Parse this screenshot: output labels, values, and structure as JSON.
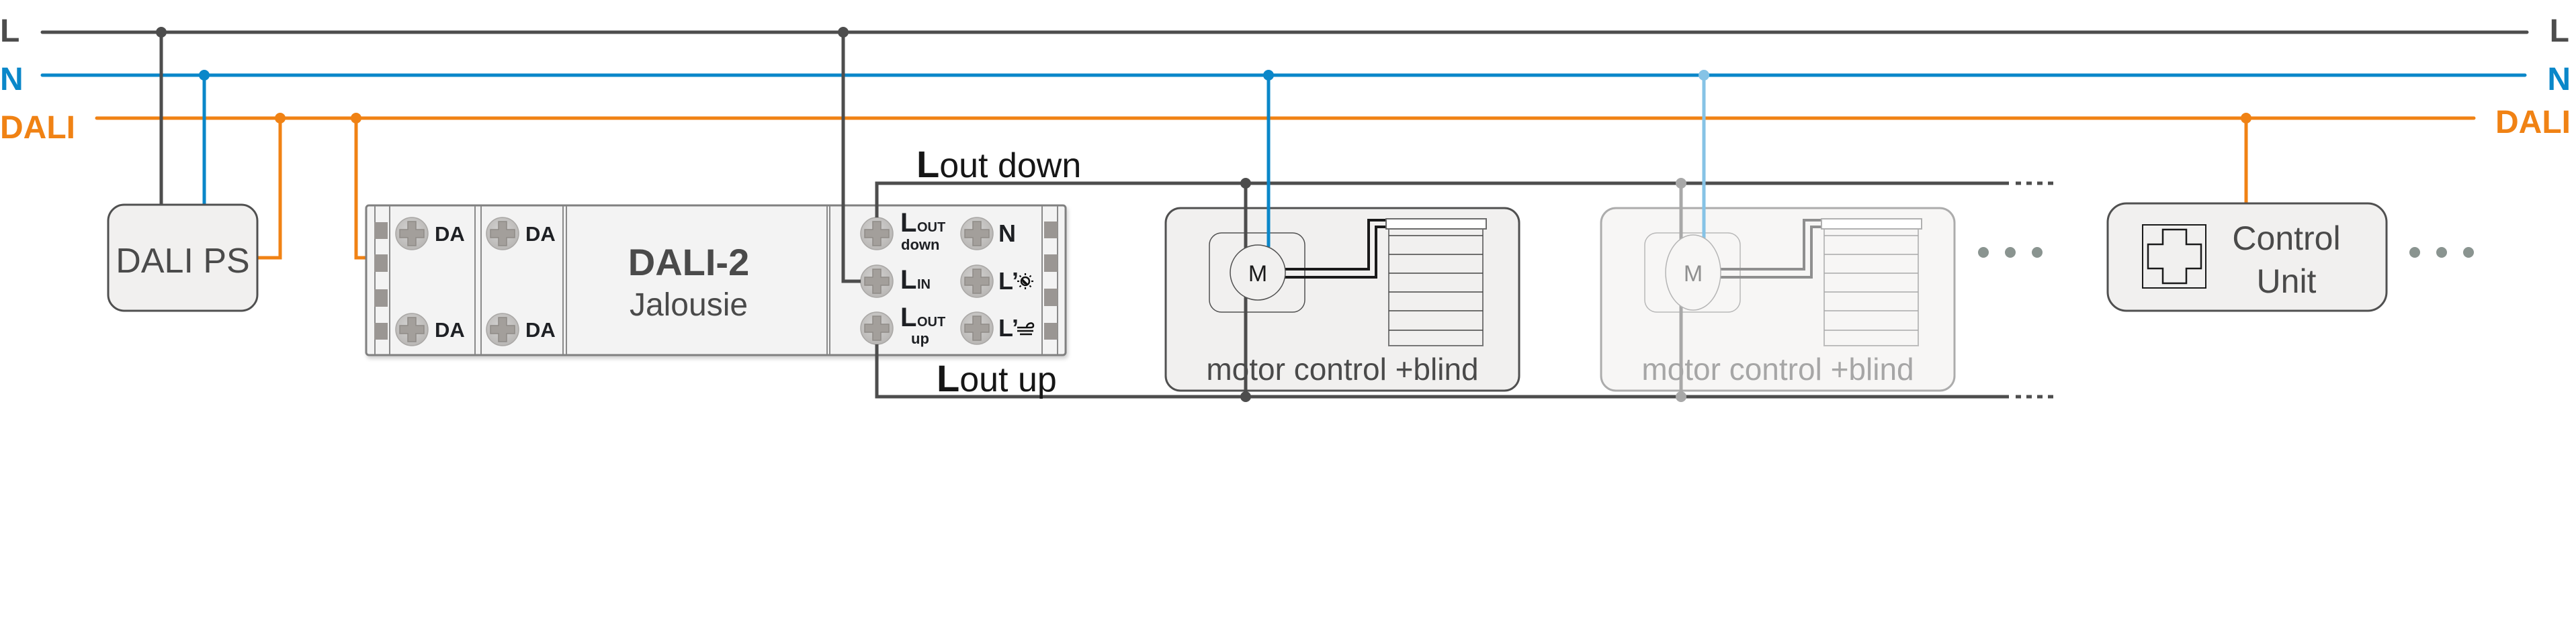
{
  "colors": {
    "L": "#4d4d4d",
    "N": "#0a87c9",
    "N_faded": "#86c3e6",
    "DALI": "#f08214",
    "box_fill": "#f1f0ef",
    "box_stroke": "#505050",
    "faded_stroke": "#a8a8a8",
    "faded_text": "#a6a6a6",
    "ellipsis": "#8a9490"
  },
  "buses": {
    "L": {
      "label_left": "L",
      "label_right": "L"
    },
    "N": {
      "label_left": "N",
      "label_right": "N"
    },
    "DALI": {
      "label_left": "DALI",
      "label_right": "DALI"
    }
  },
  "dali_ps": {
    "label": "DALI PS"
  },
  "module": {
    "title": "DALI-2",
    "subtitle": "Jalousie",
    "dali_terminals": [
      "DA",
      "DA",
      "DA",
      "DA"
    ],
    "terminals_left": [
      {
        "main": "L",
        "sub": "OUT",
        "extra": "down"
      },
      {
        "main": "L",
        "sub": "IN",
        "extra": ""
      },
      {
        "main": "L",
        "sub": "OUT",
        "extra": "up"
      }
    ],
    "terminals_right": [
      {
        "label": "N",
        "icon": ""
      },
      {
        "label": "L’",
        "icon": "sun-icon"
      },
      {
        "label": "L’",
        "icon": "wind-icon"
      }
    ]
  },
  "outputs": {
    "down": {
      "big": "L",
      "rest": "out down"
    },
    "up": {
      "big": "L",
      "rest": "out up"
    }
  },
  "motors": [
    {
      "symbol": "M",
      "label": "motor control +blind",
      "faded": false
    },
    {
      "symbol": "M",
      "label": "motor control +blind",
      "faded": true
    }
  ],
  "control_unit": {
    "line1": "Control",
    "line2": "Unit"
  },
  "ellipsis": "• • •"
}
